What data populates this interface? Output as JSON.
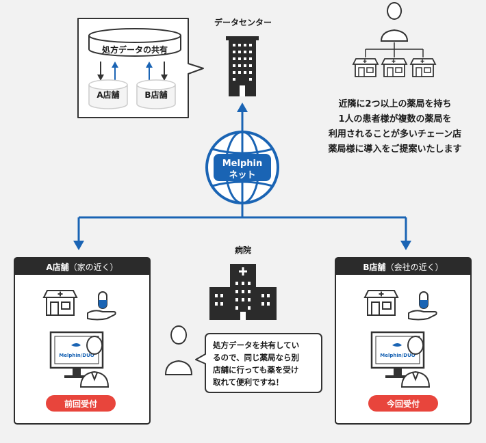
{
  "data_center": {
    "label": "データセンター"
  },
  "share_bubble": {
    "db_label": "処方データの共有",
    "store_a": "A店舗",
    "store_b": "B店舗"
  },
  "chain_text": [
    "近隣に2つ以上の薬局を持ち",
    "1人の患者様が複数の薬局を",
    "利用されることが多いチェーン店",
    "薬局様に導入をご提案いたします"
  ],
  "network": {
    "line1": "Melphin",
    "line2": "ネット"
  },
  "hospital": {
    "label": "病院"
  },
  "store_a_box": {
    "title_bold": "A店舗",
    "title_rest": "（家の近く）",
    "monitor_label": "Melphin/DUO",
    "button": "前回受付"
  },
  "store_b_box": {
    "title_bold": "B店舗",
    "title_rest": "（会社の近く）",
    "monitor_label": "Melphin/DUO",
    "button": "今回受付"
  },
  "patient_bubble": [
    "処方データを共有してい",
    "るので、同じ薬局なら別",
    "店舗に行っても薬を受け",
    "取れて便利ですね！"
  ],
  "colors": {
    "accent_blue": "#1a64b4",
    "dark_header": "#2b2b2b",
    "red_button": "#e8453c",
    "background": "#f2f2f2"
  }
}
